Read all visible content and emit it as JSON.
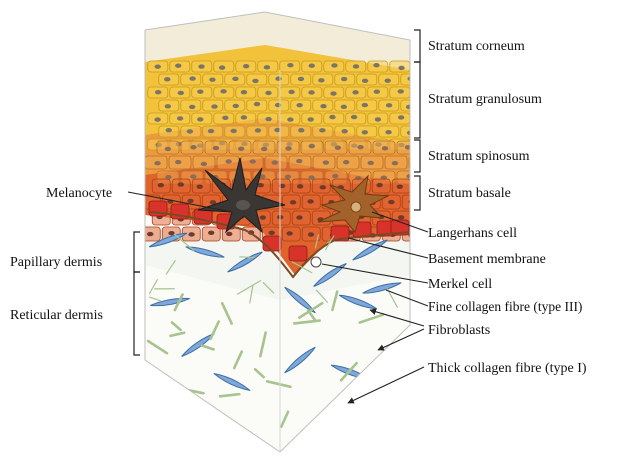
{
  "labels": {
    "stratum_corneum": "Stratum corneum",
    "stratum_granulosum": "Stratum granulosum",
    "stratum_spinosum": "Stratum spinosum",
    "stratum_basale": "Stratum basale",
    "melanocyte": "Melanocyte",
    "langerhans_cell": "Langerhans cell",
    "basement_membrane": "Basement membrane",
    "papillary_dermis": "Papillary dermis",
    "merkel_cell": "Merkel cell",
    "reticular_dermis": "Reticular dermis",
    "fine_collagen": "Fine collagen fibre (type III)",
    "fibroblasts": "Fibroblasts",
    "thick_collagen": "Thick collagen fibre (type I)"
  },
  "colors": {
    "corneum": "#f3ecd9",
    "granulosum": "#f2c23a",
    "spinosum": "#ec9a3e",
    "basale": "#e0632c",
    "basal_red": "#d8332b",
    "dermis": "#fbfbf8",
    "fibroblast_blue": "#4f86c4",
    "collagen_green": "#a7c38e",
    "melanocyte": "#3a3633",
    "langerhans": "#a2622a",
    "line": "#222222"
  }
}
